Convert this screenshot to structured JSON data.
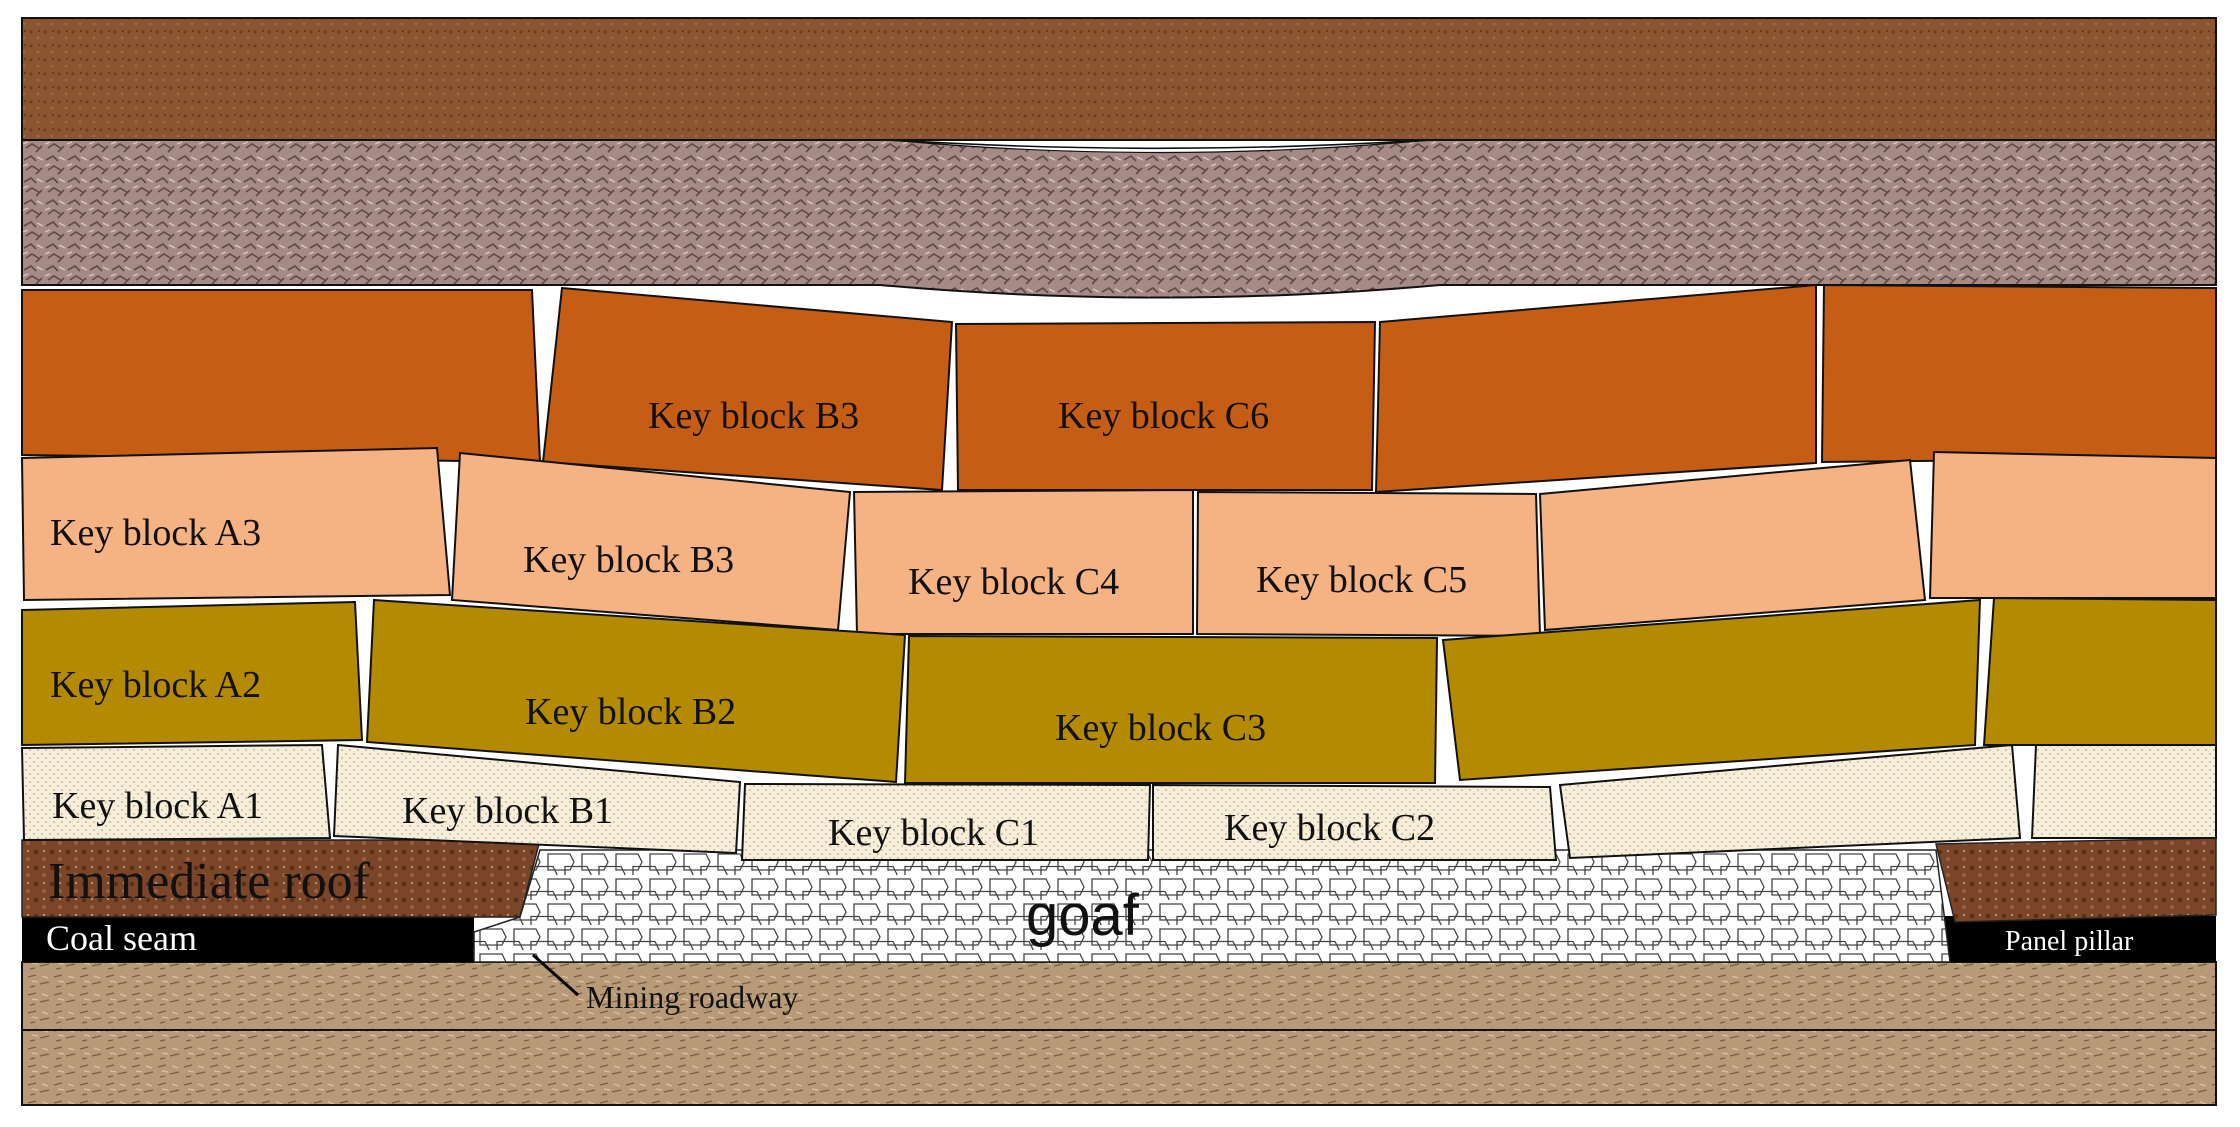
{
  "labels": {
    "immediate_roof": "Immediate roof",
    "coal_seam": "Coal seam",
    "goaf": "goaf",
    "panel_pillar": "Panel pillar",
    "mining_roadway": "Mining roadway",
    "row4": {
      "b3": "Key block B3",
      "c6": "Key block C6"
    },
    "row3": {
      "a3": "Key block A3",
      "b3": "Key block B3",
      "c4": "Key block C4",
      "c5": "Key block C5"
    },
    "row2": {
      "a2": "Key block A2",
      "b2": "Key block B2",
      "c3": "Key block C3"
    },
    "row1": {
      "a1": "Key block A1",
      "b1": "Key block B1",
      "c1": "Key block C1",
      "c2": "Key block C2"
    }
  },
  "colors": {
    "top_stratum": "#8a5530",
    "gravel_stratum": "#a58a86",
    "row4_orange": "#c65d14",
    "row3_salmon": "#f5b283",
    "row2_olive": "#b38a00",
    "row1_cream": "#f6eedc",
    "immediate_roof": "#7a4528",
    "coal_seam": "#000000",
    "floor_stratum": "#b89a78",
    "goaf": "#ffffff"
  }
}
